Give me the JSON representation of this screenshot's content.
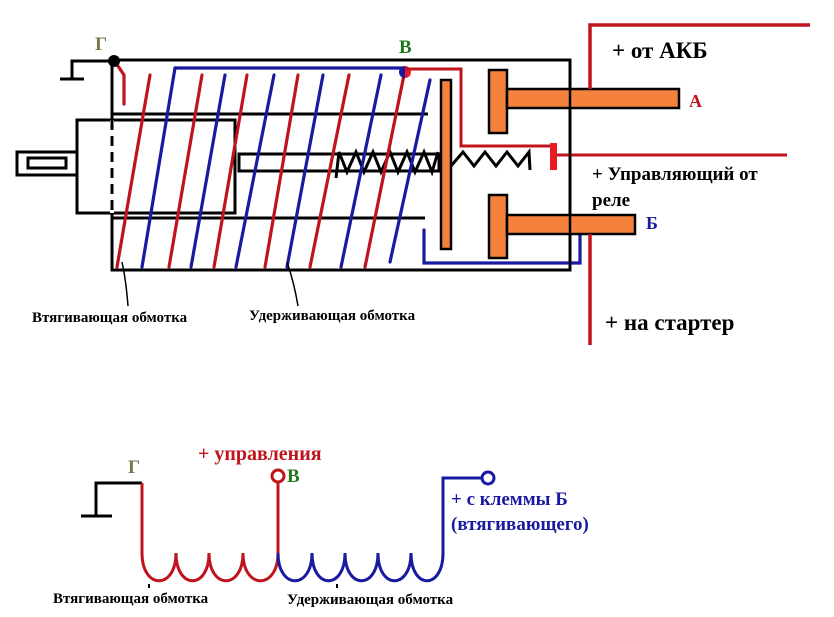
{
  "colors": {
    "red": "#c0141c",
    "blue": "#1a1aa0",
    "black": "#000000",
    "orange": "#f5823c",
    "label_g": "#7a7550",
    "label_v": "#1e7a1e",
    "label_a": "#c0141c",
    "label_b": "#1a1aa0"
  },
  "top_diagram": {
    "terminals": {
      "g": "Г",
      "v": "В",
      "a": "А",
      "b": "Б"
    },
    "labels": {
      "from_battery": "+ от АКБ",
      "control_from_relay_line1": "+ Управляющий от",
      "control_from_relay_line2": "реле",
      "to_starter": "+ на стартер",
      "pull_in_winding": "Втягивающая обмотка",
      "hold_in_winding": "Удерживающая обмотка"
    }
  },
  "bottom_diagram": {
    "terminals": {
      "g": "Г",
      "v": "В"
    },
    "labels": {
      "control_plus": "+ управления",
      "from_terminal_b_line1": "+ с клеммы Б",
      "from_terminal_b_line2": "(втягивающего)",
      "pull_in_winding": "Втягивающая обмотка",
      "hold_in_winding": "Удерживающая обмотка"
    }
  }
}
